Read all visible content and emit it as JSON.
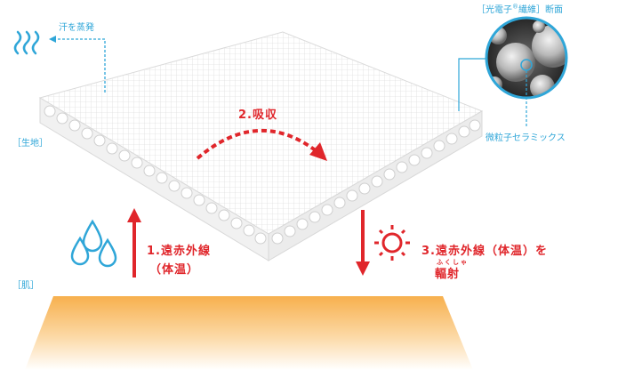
{
  "labels": {
    "sweat_evaporate": "汗を蒸発",
    "fabric": "［生地］",
    "skin": "［肌］",
    "fiber_section": "［光電子",
    "fiber_section_mark": "®",
    "fiber_section_end": "繊維］断面",
    "ceramics": "微粒子セラミックス"
  },
  "steps": {
    "step1_line1": "1.遠赤外線",
    "step1_line2": "（体温）",
    "step2": "2.吸収",
    "step3_line1": "3.遠赤外線（体温）を",
    "step3_ruby": "ふくしゃ",
    "step3_line2": "輻射"
  },
  "icons": [
    "steam-icon",
    "water-drops-icon",
    "sun-icon",
    "far-infrared-up-arrow",
    "far-infrared-down-arrow",
    "absorb-arrow"
  ],
  "colors": {
    "accent_blue": "#2fa6d8",
    "accent_red": "#e0262b",
    "skin_orange": "#f7b04e"
  }
}
